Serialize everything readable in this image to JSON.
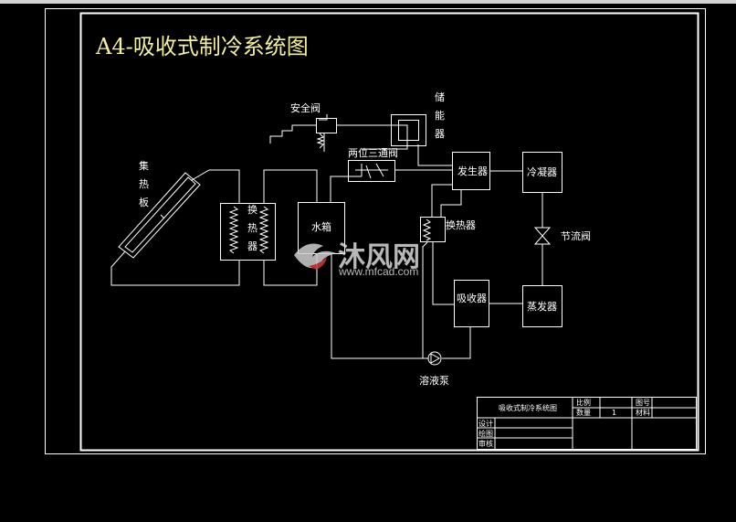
{
  "title": "A4-吸收式制冷系统图",
  "labels": {
    "safety_valve": "安全阀",
    "storage": "储能器",
    "three_way_valve": "两位三通阀",
    "collector": "集热板",
    "heat_exchanger_1": "换热器",
    "water_tank": "水箱",
    "generator": "发生器",
    "condenser": "冷凝器",
    "heat_exchanger_2": "换热器",
    "throttle_valve": "节流阀",
    "absorber": "吸收器",
    "evaporator": "蒸发器",
    "solution_pump": "溶液泵"
  },
  "title_block": {
    "drawing_name": "吸收式制冷系统图",
    "scale_label": "比例",
    "qty_label": "数量",
    "qty_value": "1",
    "drawing_no_label": "图号",
    "material_label": "材料",
    "design": "设计",
    "drawn": "绘图",
    "review": "审核"
  },
  "watermark": {
    "brand": "沐风网",
    "url": "www.mfcad.com"
  },
  "colors": {
    "background": "#000000",
    "line": "#ffffff",
    "title": "#f3ef9c"
  }
}
